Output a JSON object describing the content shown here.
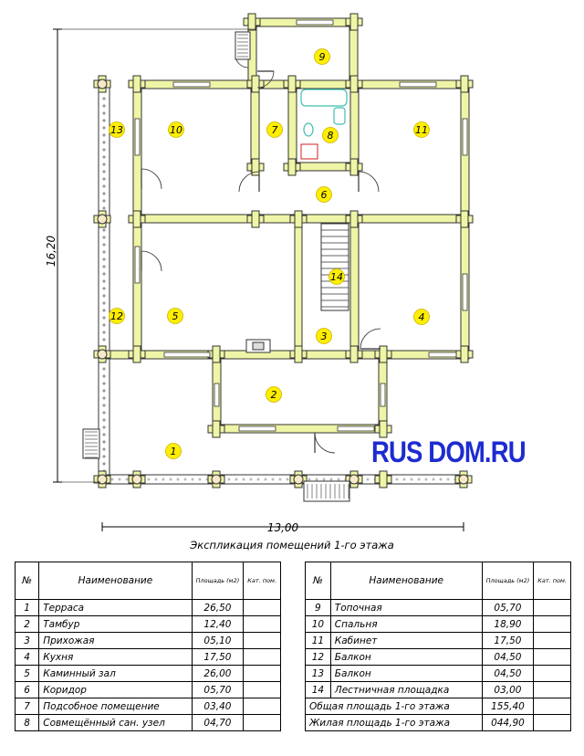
{
  "dimensions": {
    "width": "13,00",
    "height": "16,20"
  },
  "caption": "Экспликация помещений 1-го этажа",
  "brand": "RUS DOM.RU",
  "room_labels": [
    "1",
    "2",
    "3",
    "4",
    "5",
    "6",
    "7",
    "8",
    "9",
    "10",
    "11",
    "12",
    "13",
    "14"
  ],
  "colors": {
    "wall": "#eef5a6",
    "wall_stroke": "#333333",
    "marker": "#ffee00",
    "brand": "#1d2bd1",
    "bath": "#3fbfb0",
    "door_stroke": "#333333"
  },
  "table": {
    "headers": {
      "num": "№",
      "name": "Наименование",
      "area": "Площадь (м2)",
      "cat": "Кат. пом."
    },
    "rows_left": [
      {
        "n": "1",
        "name": "Терраса",
        "area": "26,50"
      },
      {
        "n": "2",
        "name": "Тамбур",
        "area": "12,40"
      },
      {
        "n": "3",
        "name": "Прихожая",
        "area": "05,10"
      },
      {
        "n": "4",
        "name": "Кухня",
        "area": "17,50"
      },
      {
        "n": "5",
        "name": "Каминный зал",
        "area": "26,00"
      },
      {
        "n": "6",
        "name": "Коридор",
        "area": "05,70"
      },
      {
        "n": "7",
        "name": "Подсобное помещение",
        "area": "03,40"
      },
      {
        "n": "8",
        "name": "Совмещённый сан. узел",
        "area": "04,70"
      }
    ],
    "rows_right": [
      {
        "n": "9",
        "name": "Топочная",
        "area": "05,70"
      },
      {
        "n": "10",
        "name": "Спальня",
        "area": "18,90"
      },
      {
        "n": "11",
        "name": "Кабинет",
        "area": "17,50"
      },
      {
        "n": "12",
        "name": "Балкон",
        "area": "04,50"
      },
      {
        "n": "13",
        "name": "Балкон",
        "area": "04,50"
      },
      {
        "n": "14",
        "name": "Лестничная площадка",
        "area": "03,00"
      }
    ],
    "totals": [
      {
        "label": "Общая площадь 1-го этажа",
        "value": "155,40"
      },
      {
        "label": "Жилая площадь 1-го этажа",
        "value": "044,90"
      }
    ]
  }
}
